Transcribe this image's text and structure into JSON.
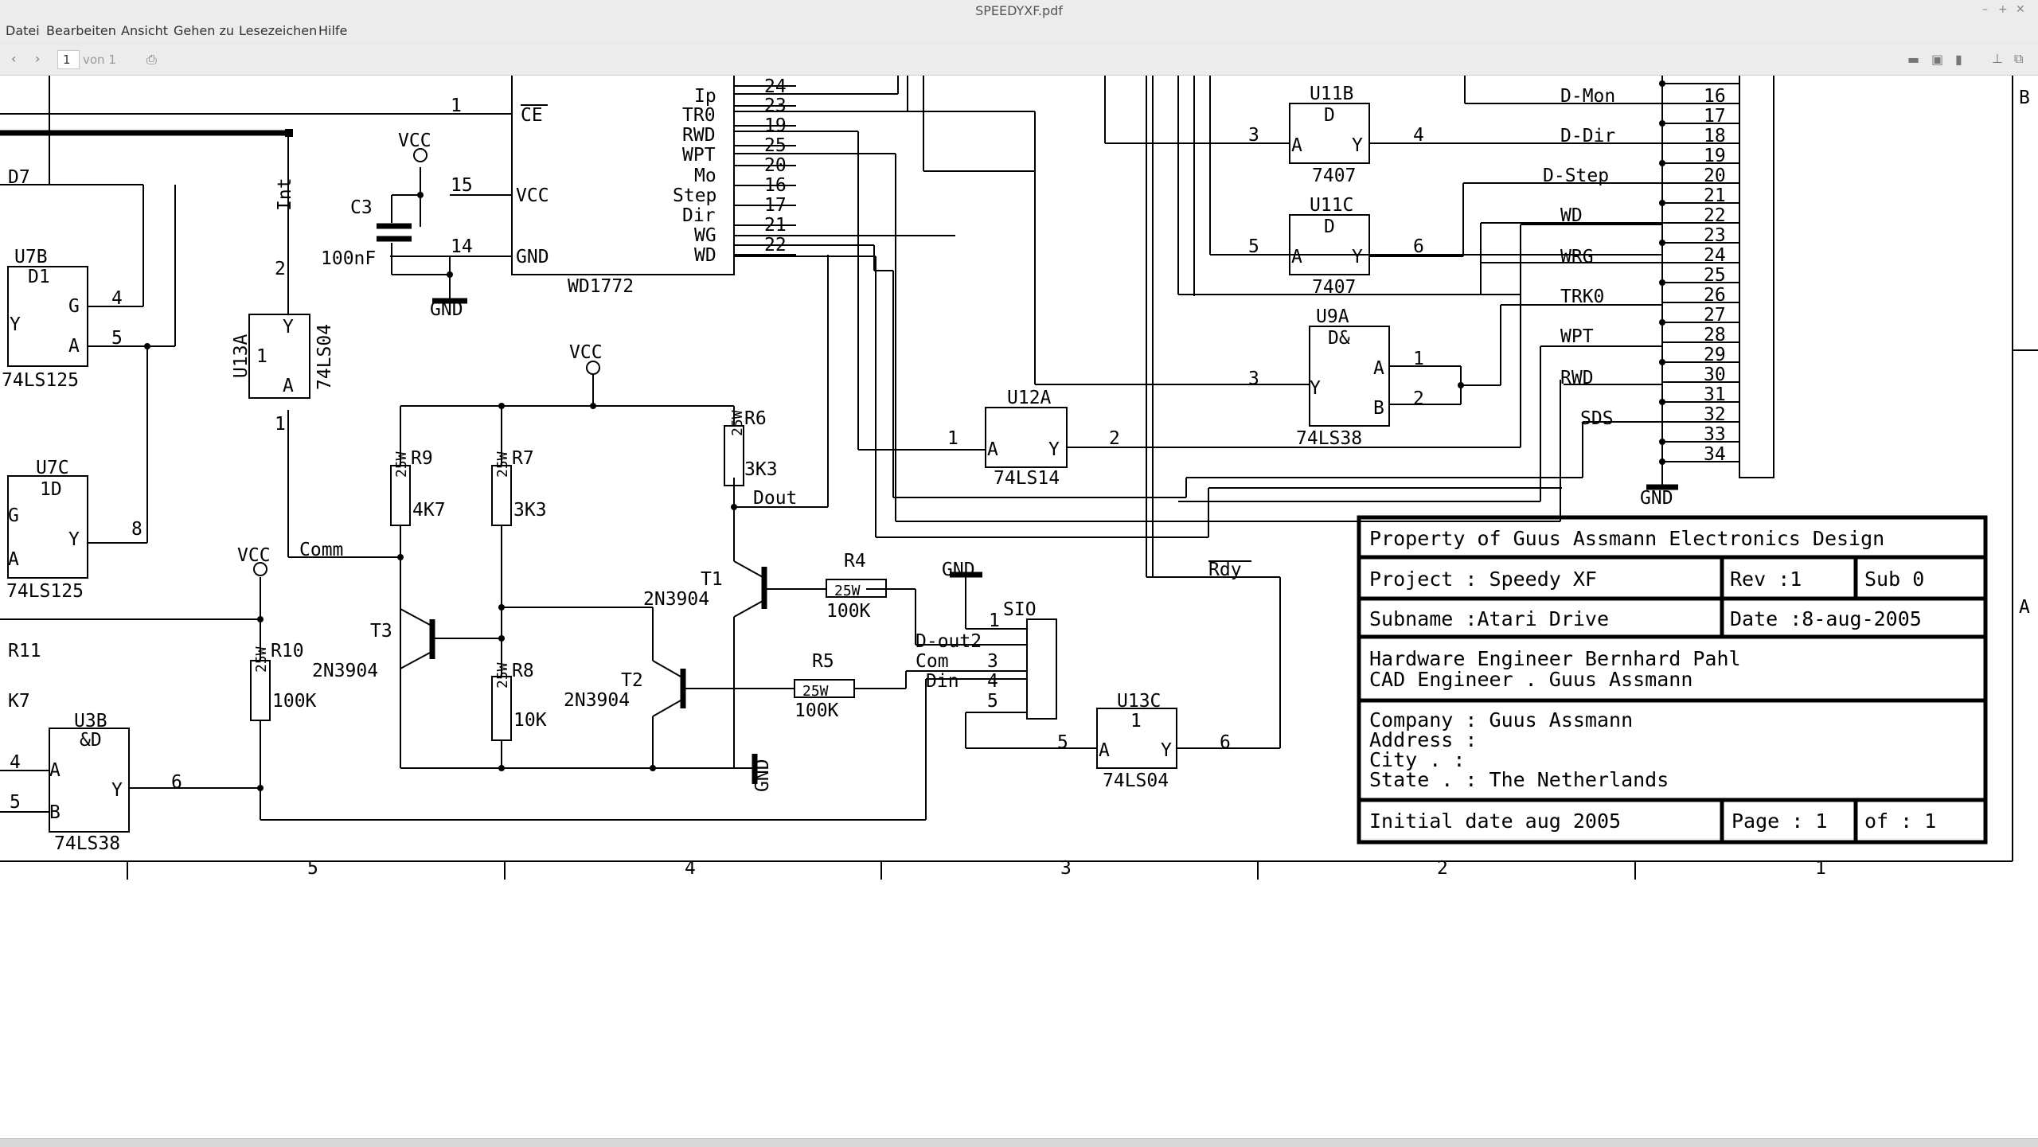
{
  "window": {
    "title": "SPEEDYXF.pdf"
  },
  "menu": [
    "Datei",
    "Bearbeiten",
    "Ansicht",
    "Gehen zu",
    "Lesezeichen",
    "Hilfe"
  ],
  "toolbar": {
    "page_value": "1",
    "page_total": "von 1"
  },
  "schematic": {
    "labels": [
      "1",
      "CE",
      "VCC",
      "15",
      "VCC",
      "C3",
      "14",
      "100nF",
      "GND",
      "GND",
      "WD1772",
      "Ip",
      "TR0",
      "RWD",
      "WPT",
      "Mo",
      "Step",
      "Dir",
      "WG",
      "WD",
      "24",
      "23",
      "19",
      "25",
      "20",
      "16",
      "17",
      "21",
      "22",
      "D7",
      "Int",
      "2",
      "U7B",
      "D1",
      "G",
      "4",
      "Y",
      "A",
      "5",
      "74LS125",
      "U13A",
      "1",
      "Y",
      "A",
      "74LS04",
      "1",
      "U7C",
      "1D",
      "G",
      "Y",
      "A",
      "8",
      "74LS125",
      "VCC",
      "R6",
      "25W",
      "3K3",
      "Dout",
      "R9",
      "R7",
      "25W",
      "25W",
      "4K7",
      "3K3",
      "Comm",
      "VCC",
      "R11",
      "K7",
      "R10",
      "25W",
      "100K",
      "T3",
      "2N3904",
      "R8",
      "25W",
      "10K",
      "T1",
      "2N3904",
      "R4",
      "25W",
      "100K",
      "T2",
      "2N3904",
      "R5",
      "25W",
      "100K",
      "GND",
      "GND",
      "1",
      "SIO",
      "D-out2",
      "Com",
      "3",
      "Din",
      "4",
      "5",
      "U13C",
      "1",
      "5",
      "A",
      "Y",
      "6",
      "74LS04",
      "Rdy",
      "U3B",
      "&D",
      "4",
      "A",
      "B",
      "5",
      "Y",
      "6",
      "74LS38",
      "U12A",
      "1",
      "A",
      "Y",
      "2",
      "74LS14",
      "U11B",
      "D",
      "3",
      "A",
      "Y",
      "4",
      "7407",
      "U11C",
      "D",
      "5",
      "A",
      "Y",
      "6",
      "7407",
      "U9A",
      "D&",
      "3",
      "Y",
      "A",
      "1",
      "B",
      "2",
      "74LS38",
      "D-Mon",
      "D-Dir",
      "D-Step",
      "WD",
      "WRG",
      "TRK0",
      "WPT",
      "RWD",
      "SDS",
      "GND",
      "16",
      "17",
      "18",
      "19",
      "20",
      "21",
      "22",
      "23",
      "24",
      "25",
      "26",
      "27",
      "28",
      "29",
      "30",
      "31",
      "32",
      "33",
      "34",
      "B",
      "A",
      "5",
      "4",
      "3",
      "2",
      "1"
    ],
    "title_block": {
      "property": "Property of Guus Assmann Electronics Design",
      "project": "Project : Speedy XF",
      "rev": "Rev  :1",
      "sub": "Sub  0",
      "subname": "Subname :Atari Drive",
      "date": "Date :8-aug-2005",
      "hw": "Hardware Engineer Bernhard Pahl",
      "cad": "CAD Engineer .    Guus Assmann",
      "company": "Company : Guus Assmann",
      "address": "Address :",
      "city": "City    . :",
      "state": "State  . : The Netherlands",
      "initial": "Initial date aug 2005",
      "page": "Page  :  1",
      "of": "of  : 1"
    }
  }
}
